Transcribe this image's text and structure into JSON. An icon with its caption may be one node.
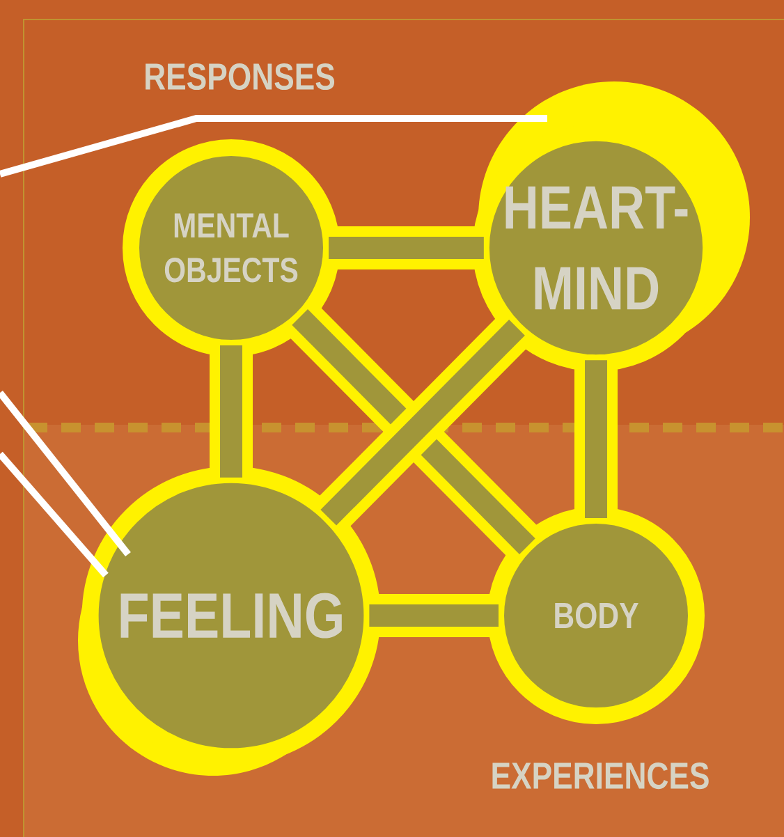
{
  "diagram": {
    "nodes": [
      {
        "text": [
          "MENTAL OBJECTS"
        ]
      },
      {
        "text": [
          "HEART-MIND"
        ]
      },
      {
        "text": [
          "FEELING"
        ]
      },
      {
        "text": [
          "BODY"
        ]
      }
    ],
    "edges": [
      {
        "from": 0,
        "to": 1,
        "arrow": "none"
      },
      {
        "from": 0,
        "to": 2,
        "arrow": "none"
      },
      {
        "from": 1,
        "to": 3,
        "arrow": "none"
      },
      {
        "from": 2,
        "to": 3,
        "arrow": "none"
      },
      {
        "from": 0,
        "to": 3,
        "arrow": "none"
      },
      {
        "from": 1,
        "to": 2,
        "arrow": "none"
      },
      {
        "from": null,
        "to": 1,
        "arrow": "none",
        "color": "#ffffff"
      },
      {
        "from": null,
        "to": 2,
        "arrow": "none",
        "color": "#ffffff"
      },
      {
        "from": null,
        "to": 2,
        "arrow": "none",
        "color": "#ffffff"
      }
    ],
    "labels": [
      "RESPONSES",
      "EXPERIENCES"
    ]
  }
}
